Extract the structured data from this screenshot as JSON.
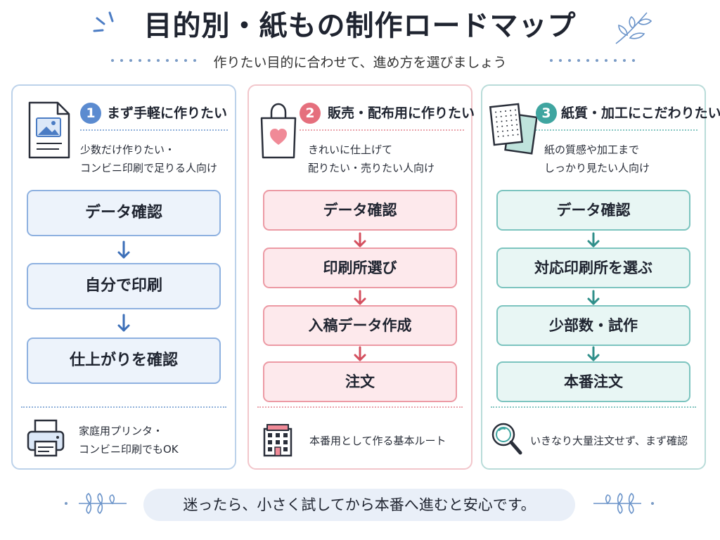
{
  "title": "目的別・紙もの制作ロードマップ",
  "subtitle": "作りたい目的に合わせて、進め方を選びましょう",
  "colors": {
    "blue": "#5b8bd0",
    "pink": "#e56f7d",
    "teal": "#3fa5a0"
  },
  "columns": [
    {
      "number": "1",
      "title": "まず手軽に作りたい",
      "icon": "document-image-icon",
      "desc": [
        "少数だけ作りたい・",
        "コンビニ印刷で足りる人向け"
      ],
      "steps": [
        "データ確認",
        "自分で印刷",
        "仕上がりを確認"
      ],
      "note_icon": "printer-icon",
      "note": [
        "家庭用プリンタ・",
        "コンビニ印刷でもOK"
      ]
    },
    {
      "number": "2",
      "title": "販売・配布用に作りたい",
      "icon": "shopping-bag-heart-icon",
      "desc": [
        "きれいに仕上げて",
        "配りたい・売りたい人向け"
      ],
      "steps": [
        "データ確認",
        "印刷所選び",
        "入稿データ作成",
        "注文"
      ],
      "note_icon": "print-shop-building-icon",
      "note": [
        "本番用として作る基本ルート"
      ]
    },
    {
      "number": "3",
      "title": "紙質・加工にこだわりたい",
      "icon": "paper-samples-icon",
      "desc": [
        "紙の質感や加工まで",
        "しっかり見たい人向け"
      ],
      "steps": [
        "データ確認",
        "対応印刷所を選ぶ",
        "少部数・試作",
        "本番注文"
      ],
      "note_icon": "magnifier-icon",
      "note": [
        "いきなり大量注文せず、まず確認"
      ]
    }
  ],
  "footer": "迷ったら、小さく試してから本番へ進むと安心です。"
}
